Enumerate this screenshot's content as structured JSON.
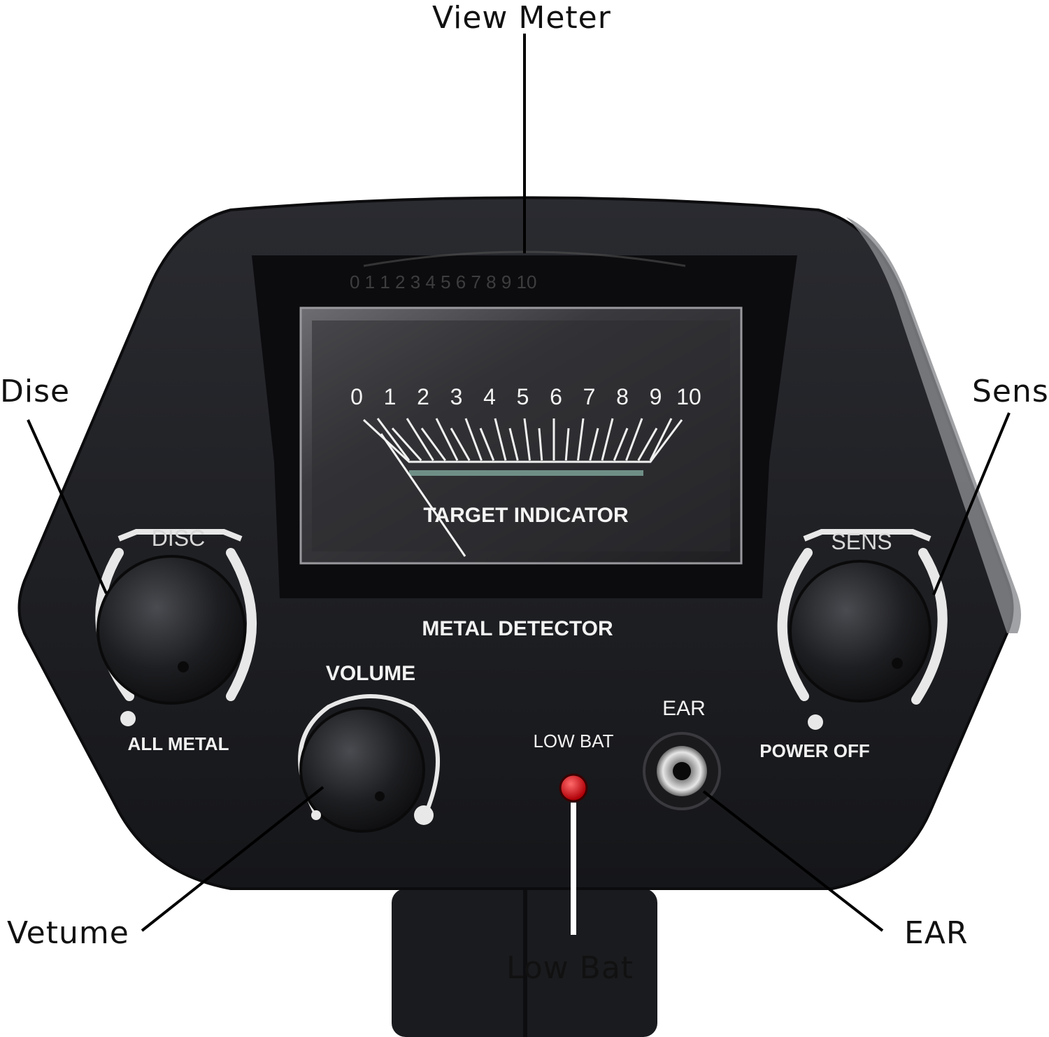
{
  "callouts": {
    "view_meter": "View Meter",
    "disc": "Dise",
    "sens": "Sens",
    "volume": "Vetume",
    "low_bat": "Low Bat",
    "ear": "EAR"
  },
  "panel": {
    "disc_label": "DISC",
    "sens_label": "SENS",
    "all_metal": "ALL METAL",
    "power_off": "POWER OFF",
    "volume_label": "VOLUME",
    "low_bat_label": "LOW BAT",
    "ear_label": "EAR",
    "metal_detector": "METAL DETECTOR"
  },
  "meter": {
    "scale": [
      "0",
      "1",
      "2",
      "3",
      "4",
      "5",
      "6",
      "7",
      "8",
      "9",
      "10"
    ],
    "target_indicator": "TARGET INDICATOR"
  },
  "colors": {
    "housing": "#1c1d21",
    "led": "#e0141a",
    "needle_track": "#6f8f86"
  }
}
